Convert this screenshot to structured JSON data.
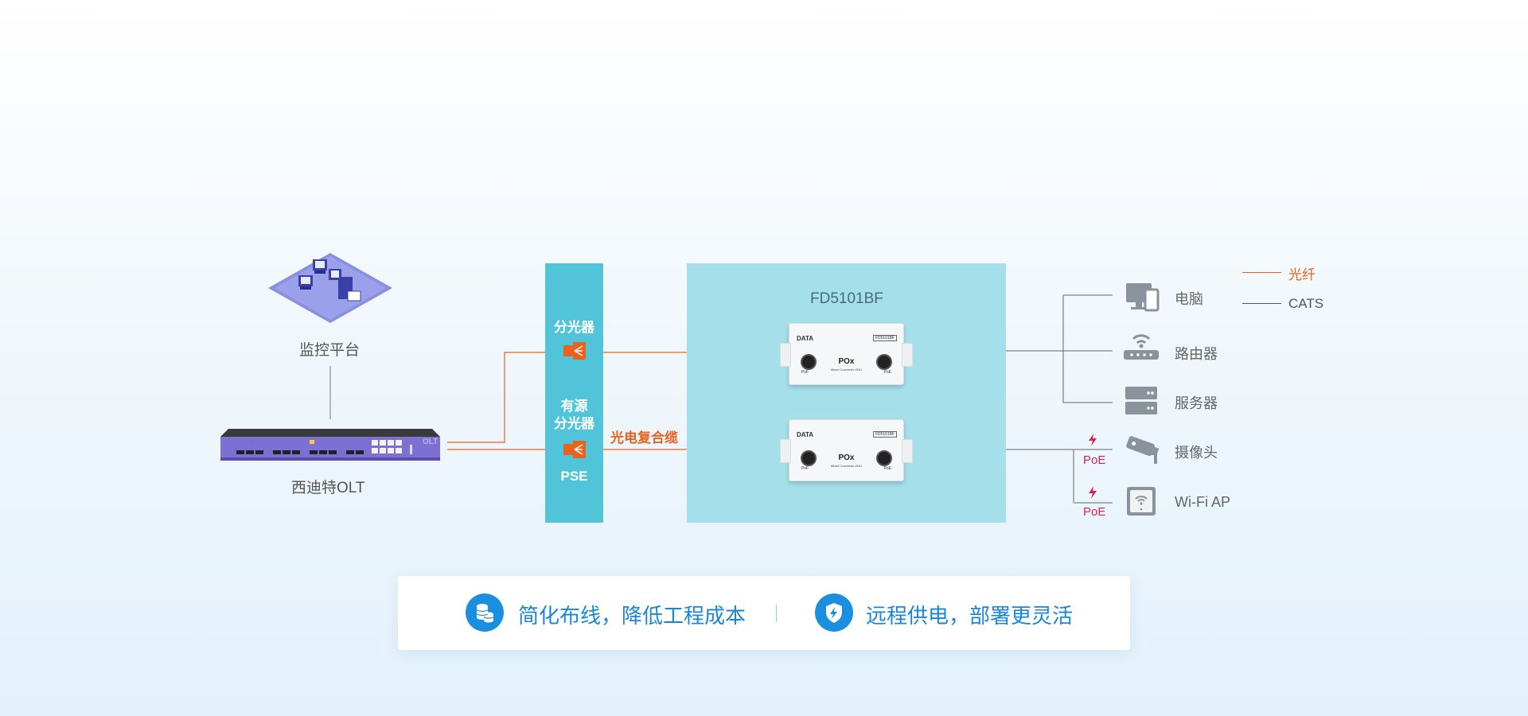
{
  "platform": {
    "label": "监控平台"
  },
  "olt": {
    "label": "西迪特OLT",
    "brand_mark": "OLT"
  },
  "splitters": {
    "top_label": "分光器",
    "active_label_line1": "有源",
    "active_label_line2": "分光器",
    "pse_label": "PSE"
  },
  "cable": {
    "label": "光电复合缆"
  },
  "onu_zone": {
    "title": "FD5101BF"
  },
  "onu_device": {
    "logo": "DATA",
    "model": "FD5101BF",
    "name": "POx",
    "subtitle": "Mixed Converter ONU",
    "port_left": "PoF",
    "port_right": "PoE"
  },
  "devices": [
    {
      "label": "电脑",
      "icon": "computer-icon"
    },
    {
      "label": "路由器",
      "icon": "router-icon"
    },
    {
      "label": "服务器",
      "icon": "server-icon"
    },
    {
      "label": "摄像头",
      "icon": "camera-icon"
    },
    {
      "label": "Wi-Fi AP",
      "icon": "wifi-ap-icon"
    }
  ],
  "poe_labels": [
    "PoE",
    "PoE"
  ],
  "legend": {
    "fiber_label": "光纤",
    "fiber_color": "#e8641e",
    "cat_label": "CATS",
    "cat_color": "#555555"
  },
  "benefits": [
    {
      "text": "简化布线，降低工程成本",
      "icon": "coins-icon"
    },
    {
      "text": "远程供电，部署更灵活",
      "icon": "shield-icon"
    }
  ],
  "colors": {
    "fiber": "#e8641e",
    "copper": "#666666",
    "splitter": "#52c4da",
    "onu_zone": "#a5e0ea",
    "poe": "#d0264f",
    "accent": "#1a8fe0"
  }
}
